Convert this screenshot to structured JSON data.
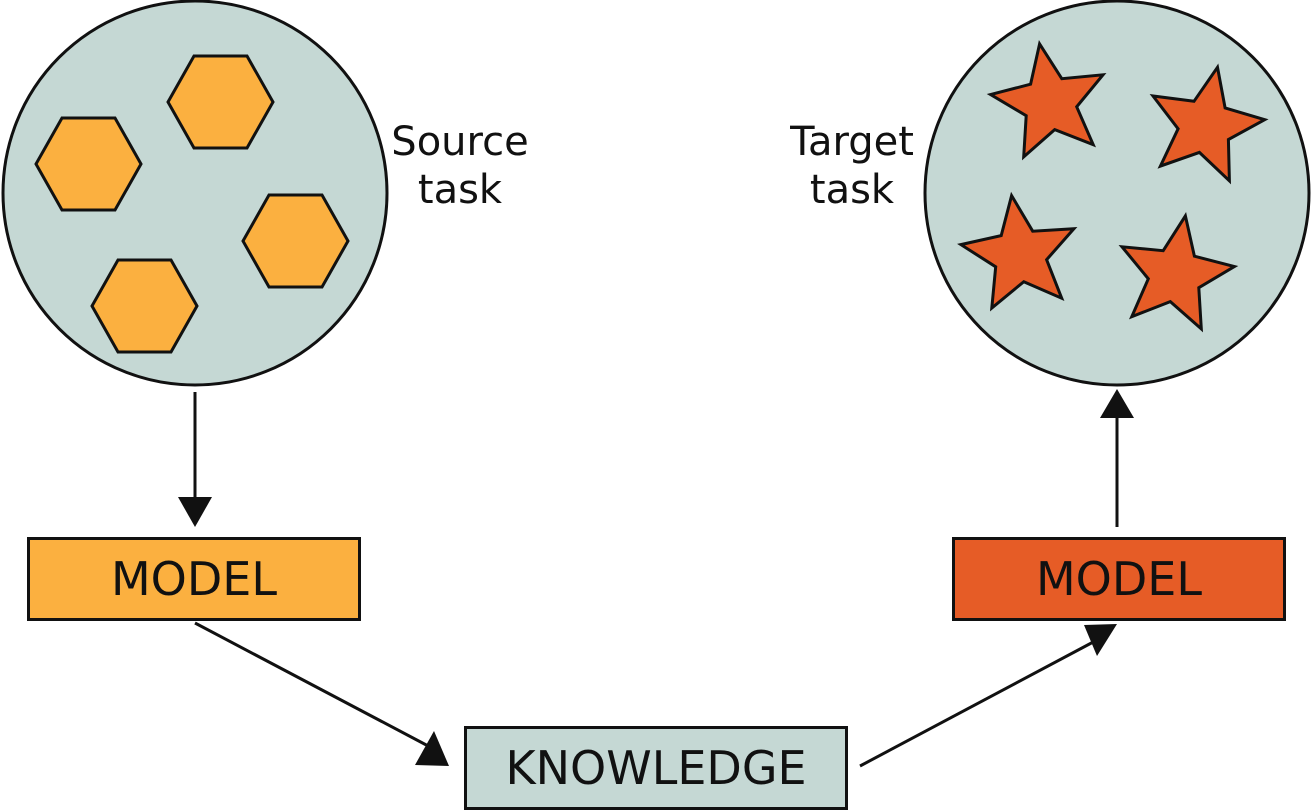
{
  "source": {
    "label_line1": "Source",
    "label_line2": "task",
    "shape_icon": "hexagon-icon",
    "shape_color": "#fbb040",
    "circle_color": "#c5d8d4"
  },
  "target": {
    "label_line1": "Target",
    "label_line2": "task",
    "shape_icon": "star-icon",
    "shape_color": "#e65c26",
    "circle_color": "#c5d8d4"
  },
  "source_model": {
    "label": "MODEL",
    "color": "#fbb040"
  },
  "target_model": {
    "label": "MODEL",
    "color": "#e65c26"
  },
  "knowledge": {
    "label": "KNOWLEDGE",
    "color": "#c5d8d4"
  }
}
